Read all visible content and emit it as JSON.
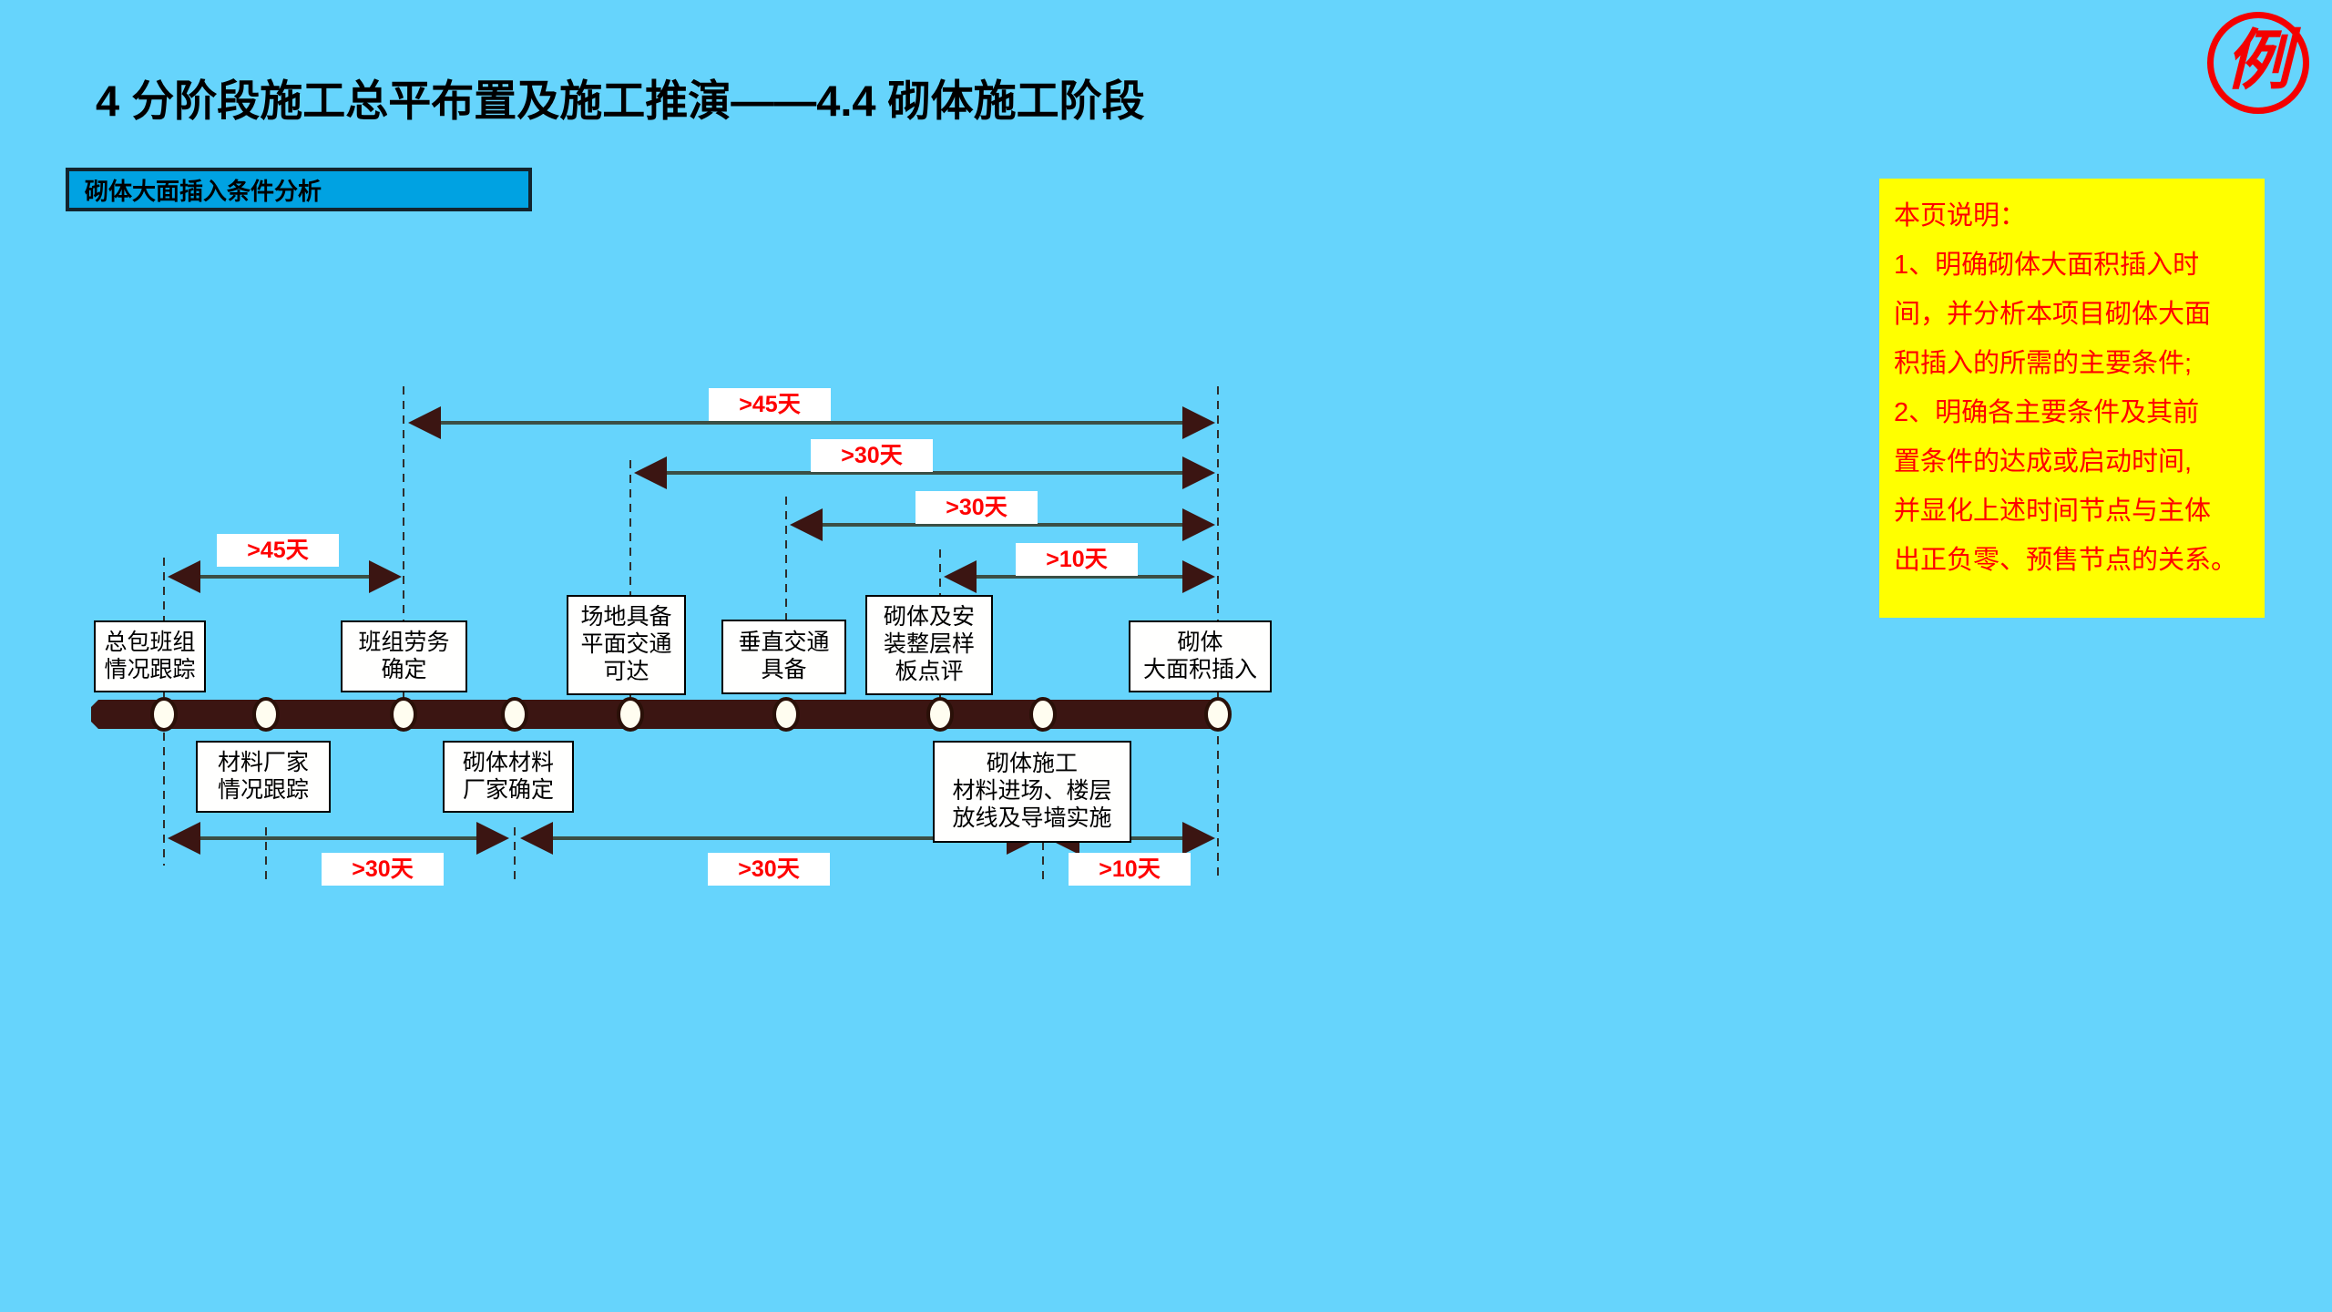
{
  "header": {
    "title": "4 分阶段施工总平布置及施工推演——4.4 砌体施工阶段",
    "subtitle": "砌体大面插入条件分析"
  },
  "stamp": {
    "label": "例",
    "color": "#F40000"
  },
  "note": {
    "bg_color": "#FFFF00",
    "text_color": "#FF0000",
    "lines": [
      "本页说明：",
      "1、明确砌体大面积插入时",
      "间，并分析本项目砌体大面",
      "积插入的所需的主要条件;",
      "2、明确各主要条件及其前",
      "置条件的达成或启动时间,",
      "并显化上述时间节点与主体",
      "出正负零、预售节点的关系。"
    ]
  },
  "colors": {
    "background": "#66D4FC",
    "timeline": "#3B1512",
    "arrow": "#3B4F45",
    "accent_red": "#FF0000",
    "subtitle_fill": "#00A2E2",
    "subtitle_border": "#12242E"
  },
  "diagram": {
    "upper_nodes": [
      {
        "label": "总包班组\n情况跟踪"
      },
      {
        "label": "班组劳务\n确定"
      },
      {
        "label": "场地具备\n平面交通\n可达"
      },
      {
        "label": "垂直交通\n具备"
      },
      {
        "label": "砌体及安\n装整层样\n板点评"
      },
      {
        "label": "砌体\n大面积插入"
      }
    ],
    "lower_nodes": [
      {
        "label": "材料厂家\n情况跟踪"
      },
      {
        "label": "砌体材料\n厂家确定"
      },
      {
        "label": "砌体施工\n材料进场、楼层\n放线及导墙实施"
      }
    ],
    "upper_durations": [
      {
        "label": ">45天"
      },
      {
        "label": ">30天"
      },
      {
        "label": ">30天"
      },
      {
        "label": ">10天"
      }
    ],
    "left_duration": {
      "label": ">45天"
    },
    "lower_durations": [
      {
        "label": ">30天"
      },
      {
        "label": ">30天"
      },
      {
        "label": ">10天"
      }
    ],
    "timeline_node_count": 9
  }
}
